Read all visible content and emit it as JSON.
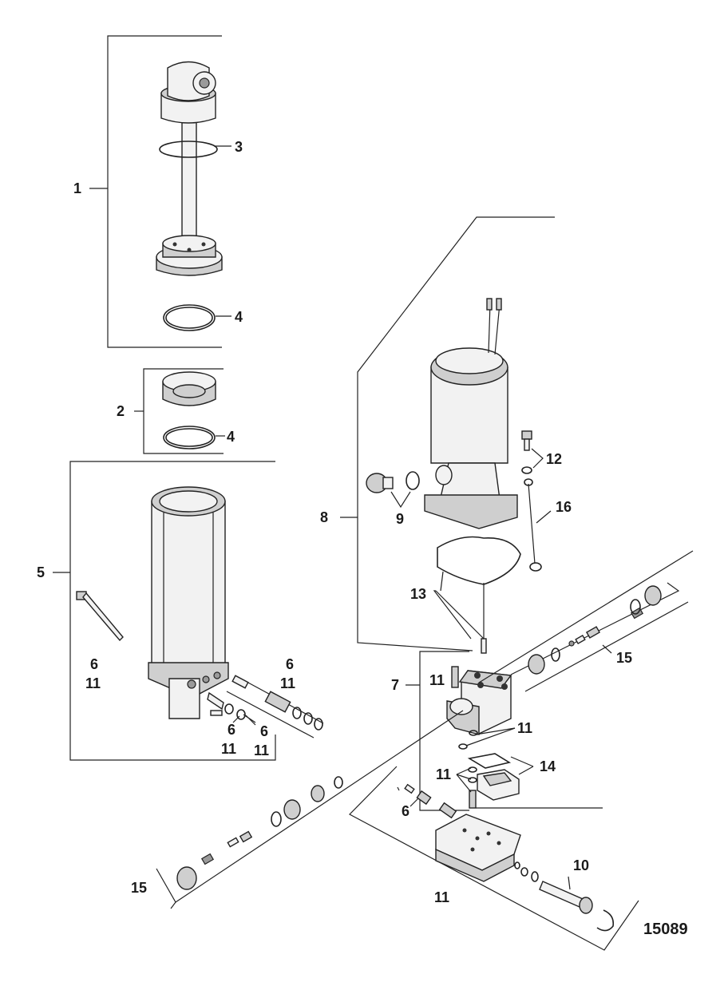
{
  "figure_number": "15089",
  "callouts": {
    "c1": "1",
    "c2": "2",
    "c3": "3",
    "c4a": "4",
    "c4b": "4",
    "c5": "5",
    "c6a": "6",
    "c11a": "11",
    "c6b": "6",
    "c11b": "11",
    "c6c": "6",
    "c11c": "11",
    "c6d": "6",
    "c11d": "11",
    "c7": "7",
    "c8": "8",
    "c9": "9",
    "c10": "10",
    "c11e": "11",
    "c11f": "11",
    "c11g": "11",
    "c11h": "11",
    "c12": "12",
    "c13": "13",
    "c14": "14",
    "c15a": "15",
    "c15b": "15",
    "c16": "16",
    "c6e": "6"
  }
}
